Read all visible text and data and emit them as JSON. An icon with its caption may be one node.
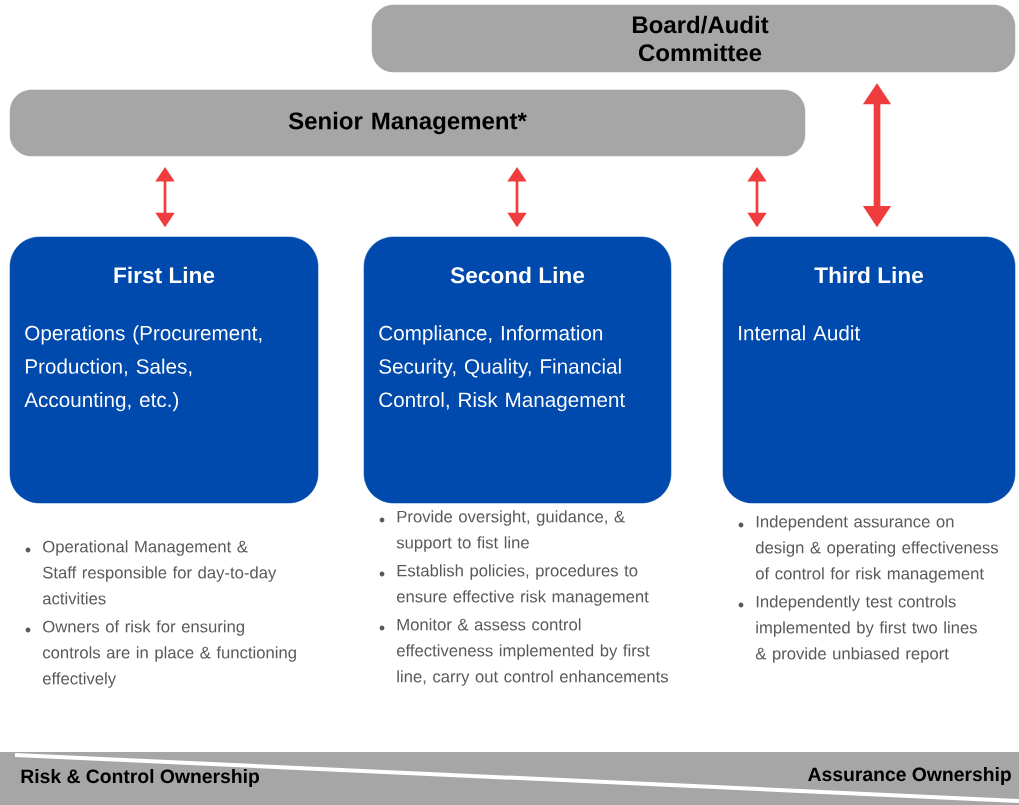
{
  "diagram": {
    "nodes": [
      {
        "text": [
          "Board/Audit Committee"
        ]
      },
      {
        "text": [
          "Senior Management*"
        ]
      },
      {
        "text": [
          "First Line",
          "Operations (Procurement, Production, Sales, Accounting, etc.)"
        ],
        "beside": [
          "Operational Management & Staff responsible for day-to-day activities",
          "Owners of risk for ensuring controls are in place & functioning effectively"
        ]
      },
      {
        "text": [
          "Second Line",
          "Compliance, Information Security, Quality, Financial Control, Risk Management"
        ],
        "beside": [
          "Provide oversight, guidance, & support to fist line",
          "Establish policies, procedures to ensure effective risk management",
          "Monitor & assess control effectiveness implemented by first line, carry out control enhancements"
        ]
      },
      {
        "text": [
          "Third Line",
          "Internal Audit"
        ],
        "beside": [
          "Independent assurance on design & operating effectiveness of control for risk management",
          "Independently test controls implemented by first two lines & provide unbiased report"
        ]
      }
    ],
    "edges": [
      {
        "from": 1,
        "to": 2,
        "arrow": "both"
      },
      {
        "from": 1,
        "to": 3,
        "arrow": "both"
      },
      {
        "from": 1,
        "to": 4,
        "arrow": "both"
      },
      {
        "from": 0,
        "to": 4,
        "arrow": "both",
        "style": "thick"
      }
    ],
    "labels": [
      "Risk & Control Ownership",
      "Assurance Ownership"
    ]
  }
}
